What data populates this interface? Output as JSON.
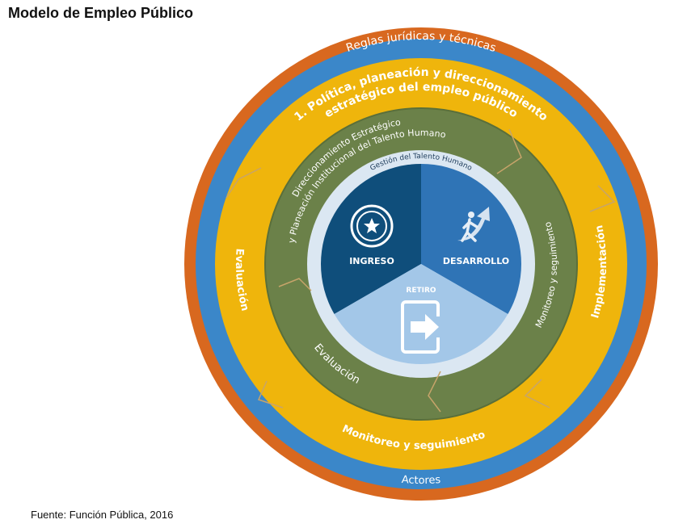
{
  "title": "Modelo de Empleo Público",
  "source": "Fuente: Función Pública, 2016",
  "rings": {
    "outer": "Reglas jurídicas y técnicas",
    "actors": "Actores",
    "policy_line1": "1. Política, planeación y direccionamiento",
    "policy_line2": "estratégico del empleo público",
    "yellow_left": "Evaluación",
    "yellow_right": "Implementación",
    "yellow_bottom": "Monitoreo y seguimiento",
    "green_line1": "Direccionamiento Estratégico",
    "green_line2": "y Planeación Institucional del Talento Humano",
    "green_right": "Monitoreo y seguimiento",
    "green_bottom": "Evaluación",
    "inner": "Gestión del Talento Humano"
  },
  "segments": {
    "ingreso": "INGRESO",
    "desarrollo": "DESARROLLO",
    "retiro": "RETIRO"
  },
  "colors": {
    "orange": "#d8681f",
    "blue": "#3b87c9",
    "yellow": "#efb50c",
    "green": "#6b8149",
    "white_ring": "#dbe7f2",
    "ingreso": "#0f4e7b",
    "desarrollo": "#2f74b6",
    "retiro": "#a3c7e8"
  }
}
